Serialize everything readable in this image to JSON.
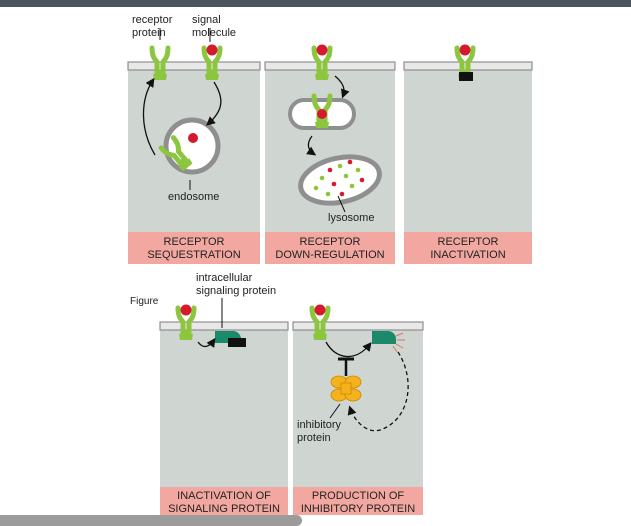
{
  "labels": {
    "receptor_protein": [
      "receptor",
      "protein"
    ],
    "signal_molecule": [
      "signal",
      "molecule"
    ],
    "endosome": "endosome",
    "lysosome": "lysosome",
    "intracellular_signaling_protein": [
      "intracellular",
      "signaling protein"
    ],
    "inhibitory_protein": [
      "inhibitory",
      "protein"
    ],
    "figure_fragment": "Figure"
  },
  "panels": [
    {
      "id": "receptor-sequestration",
      "caption": [
        "RECEPTOR",
        "SEQUESTRATION"
      ]
    },
    {
      "id": "receptor-down-regulation",
      "caption": [
        "RECEPTOR",
        "DOWN-REGULATION"
      ]
    },
    {
      "id": "receptor-inactivation",
      "caption": [
        "RECEPTOR",
        "INACTIVATION"
      ]
    },
    {
      "id": "inactivation-of-signaling-protein",
      "caption": [
        "INACTIVATION OF",
        "SIGNALING PROTEIN"
      ]
    },
    {
      "id": "production-of-inhibitory-protein",
      "caption": [
        "PRODUCTION OF",
        "INHIBITORY PROTEIN"
      ]
    }
  ],
  "colors": {
    "cell": "#cfd5d0",
    "membrane": "#8f8f8f",
    "caption_band": "#f2a8a0",
    "receptor": "#8cc63f",
    "signal": "#d7192d",
    "signaling_protein": "#1b8a6b",
    "inhibitory_protein": "#f6b21c",
    "inactivator": "#111111"
  }
}
